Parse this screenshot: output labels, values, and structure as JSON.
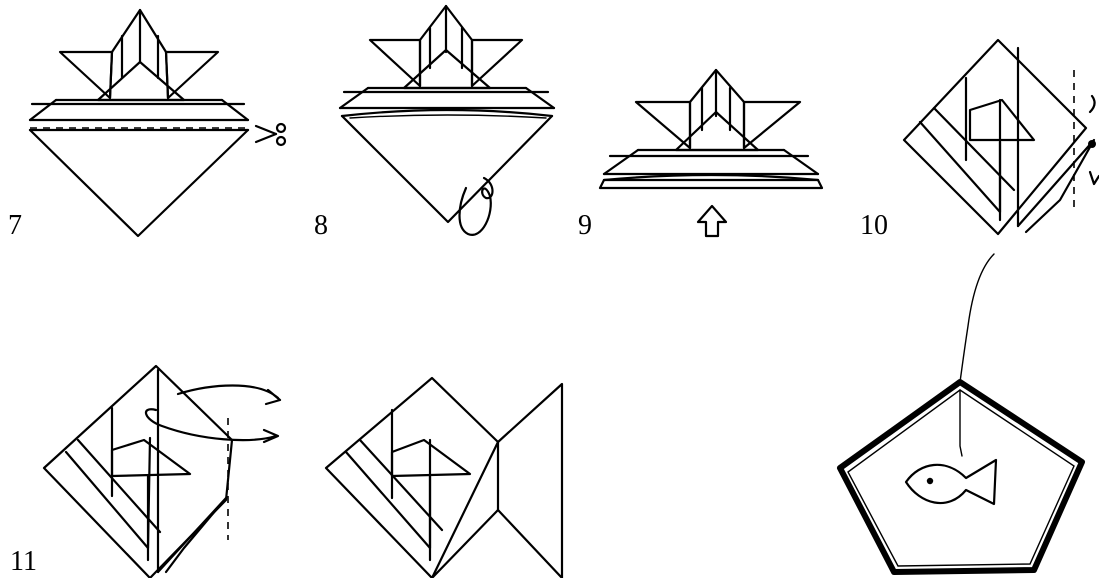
{
  "steps": [
    {
      "label": "7"
    },
    {
      "label": "8"
    },
    {
      "label": "9"
    },
    {
      "label": "10"
    },
    {
      "label": "11"
    }
  ]
}
